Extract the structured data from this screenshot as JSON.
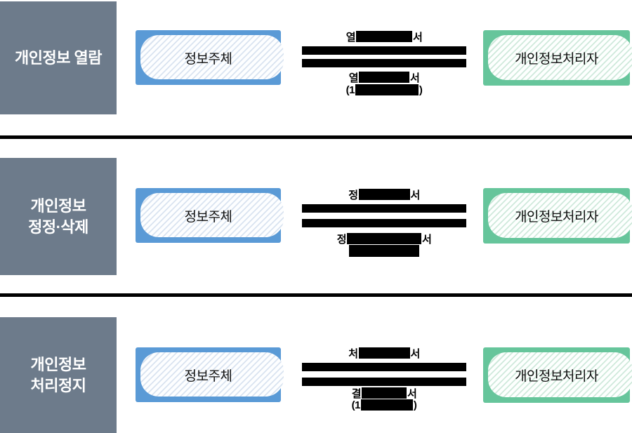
{
  "colors": {
    "category_bg": "#6d7b8b",
    "category_text": "#ffffff",
    "subject_box": "#5a9ad6",
    "processor_box": "#66c59b",
    "arrow_bar": "#000000",
    "redaction": "#000000"
  },
  "rows": [
    {
      "category_line1": "개인정보 열람",
      "subject": "정보주체",
      "processor": "개인정보처리자",
      "top_label": {
        "prefix": "열",
        "suffix": "서"
      },
      "bottom_line1": {
        "prefix": "열",
        "suffix": "서"
      },
      "bottom_line2": {
        "prefix": "(1",
        "suffix": ")"
      }
    },
    {
      "category_line1": "개인정보",
      "category_line2": "정정·삭제",
      "subject": "정보주체",
      "processor": "개인정보처리자",
      "top_label": {
        "prefix": "정",
        "suffix": "서"
      },
      "bottom_line1": {
        "prefix": "정",
        "suffix": "서"
      },
      "bottom_line2": {
        "prefix": "",
        "suffix": ""
      }
    },
    {
      "category_line1": "개인정보",
      "category_line2": "처리정지",
      "subject": "정보주체",
      "processor": "개인정보처리자",
      "top_label": {
        "prefix": "처",
        "suffix": "서"
      },
      "bottom_line1": {
        "prefix": "결",
        "suffix": "서"
      },
      "bottom_line2": {
        "prefix": "(1",
        "suffix": ")"
      }
    }
  ]
}
